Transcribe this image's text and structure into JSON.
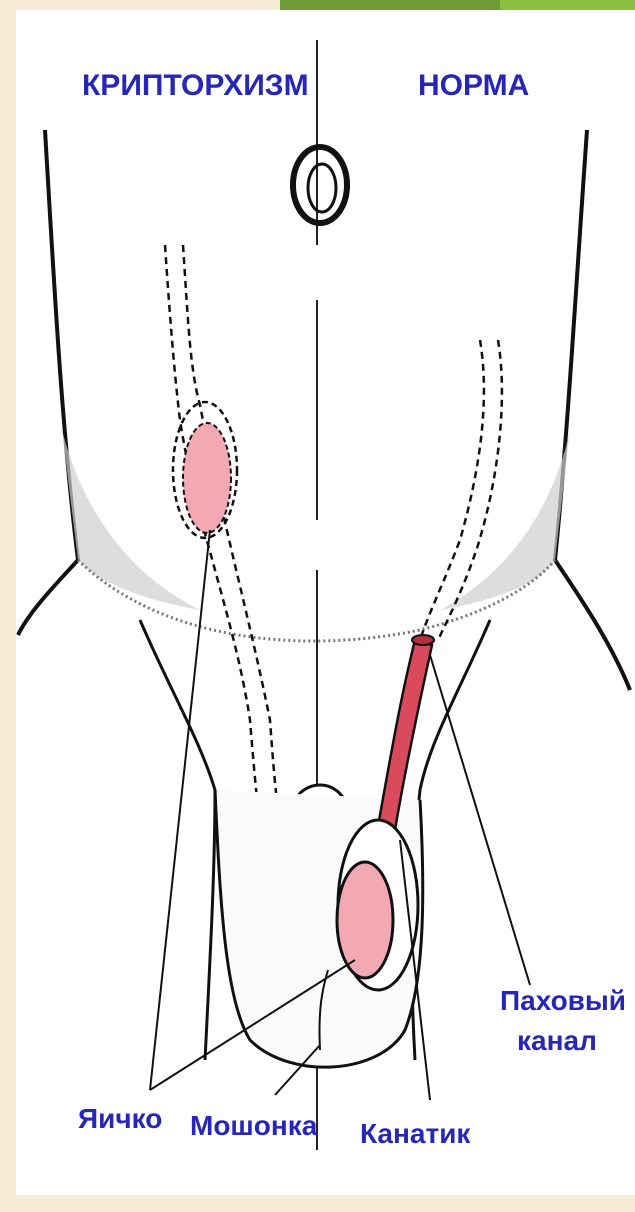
{
  "labels": {
    "cryptorchidism": "КРИПТОРХИЗМ",
    "normal": "НОРМА",
    "testis": "Яичко",
    "scrotum": "Мошонка",
    "cord": "Канатик",
    "canal_line1": "Паховый",
    "canal_line2": "канал"
  },
  "colors": {
    "label": "#2626b8",
    "testis_fill": "#f2a9b3",
    "canal_fill": "#d94a5c",
    "accent_green": "#6f9a3a",
    "background": "#f6ecd6"
  }
}
